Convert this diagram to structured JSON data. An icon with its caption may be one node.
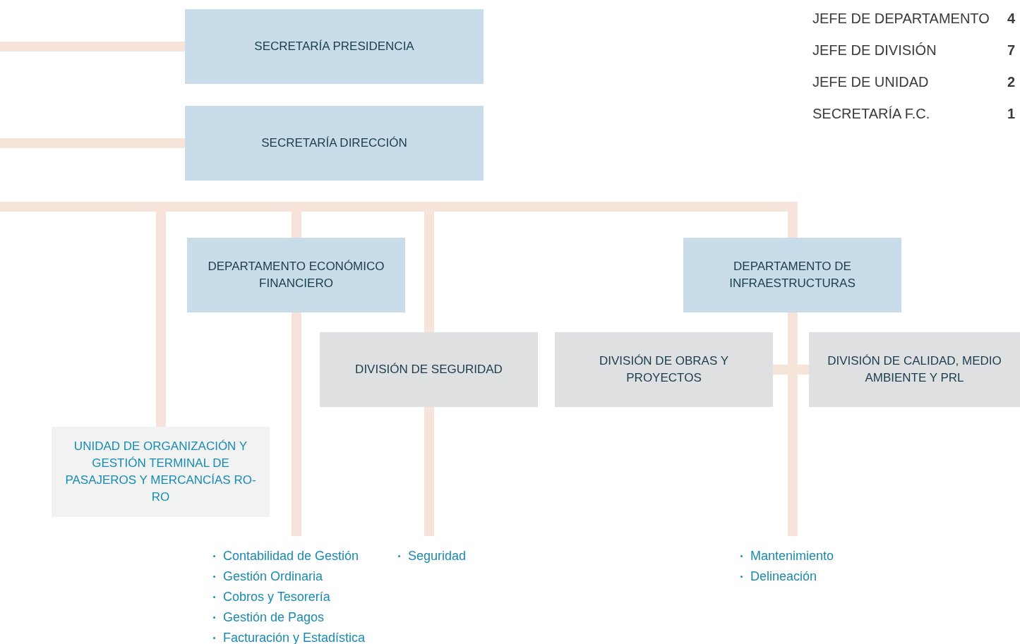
{
  "diagram": {
    "nodes": [
      {
        "text": [
          "SECRETARÍA PRESIDENCIA"
        ]
      },
      {
        "text": [
          "SECRETARÍA DIRECCIÓN"
        ]
      },
      {
        "text": [
          "DEPARTAMENTO ECONÓMICO FINANCIERO"
        ]
      },
      {
        "text": [
          "DIVISIÓN DE SEGURIDAD"
        ]
      },
      {
        "text": [
          "DEPARTAMENTO DE INFRAESTRUCTURAS"
        ]
      },
      {
        "text": [
          "DIVISIÓN DE OBRAS Y PROYECTOS"
        ]
      },
      {
        "text": [
          "DIVISIÓN DE CALIDAD, MEDIO AMBIENTE Y PRL"
        ]
      },
      {
        "text": [
          "UNIDAD DE ORGANIZACIÓN Y GESTIÓN TERMINAL DE PASAJEROS Y MERCANCÍAS RO-RO"
        ]
      },
      {
        "text": [
          "Contabilidad de Gestión",
          "Gestión Ordinaria",
          "Cobros y Tesorería",
          "Gestión de Pagos",
          "Facturación y Estadística"
        ]
      },
      {
        "text": [
          "Seguridad"
        ]
      },
      {
        "text": [
          "Mantenimiento",
          "Delineación"
        ]
      }
    ],
    "edges": [
      {
        "from": null,
        "to": 0,
        "arrow": "none"
      },
      {
        "from": null,
        "to": 1,
        "arrow": "none"
      },
      {
        "from": null,
        "to": 7,
        "arrow": "none"
      },
      {
        "from": null,
        "to": 2,
        "arrow": "none"
      },
      {
        "from": null,
        "to": 3,
        "arrow": "none"
      },
      {
        "from": null,
        "to": 4,
        "arrow": "none"
      },
      {
        "from": 2,
        "to": 8,
        "arrow": "none"
      },
      {
        "from": 3,
        "to": 9,
        "arrow": "none"
      },
      {
        "from": 4,
        "to": 10,
        "arrow": "none"
      },
      {
        "from": 4,
        "to": 5,
        "arrow": "none"
      },
      {
        "from": 4,
        "to": 6,
        "arrow": "none"
      }
    ],
    "labels": [
      "JEFE DE DEPARTAMENTO",
      "4",
      "JEFE DE DIVISIÓN",
      "7",
      "JEFE DE UNIDAD",
      "2",
      "SECRETARÍA F.C.",
      "1"
    ]
  }
}
